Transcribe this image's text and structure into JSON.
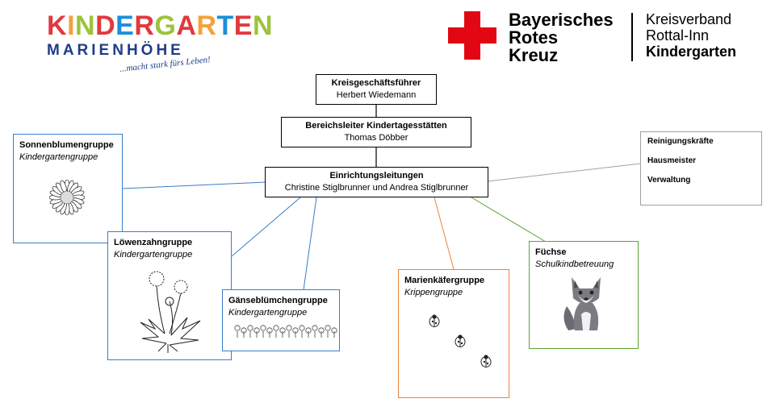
{
  "logo_kindergarten": {
    "letters": [
      {
        "ch": "K",
        "color": "#e03a3e"
      },
      {
        "ch": "I",
        "color": "#f2a23a"
      },
      {
        "ch": "N",
        "color": "#9cc33b"
      },
      {
        "ch": "D",
        "color": "#e03a3e"
      },
      {
        "ch": "E",
        "color": "#1d8fd8"
      },
      {
        "ch": "R",
        "color": "#e03a3e"
      },
      {
        "ch": "G",
        "color": "#9cc33b"
      },
      {
        "ch": "A",
        "color": "#e03a3e"
      },
      {
        "ch": "R",
        "color": "#f2a23a"
      },
      {
        "ch": "T",
        "color": "#1d8fd8"
      },
      {
        "ch": "E",
        "color": "#e03a3e"
      },
      {
        "ch": "N",
        "color": "#9cc33b"
      }
    ],
    "subtitle": "MARIENHÖHE",
    "slogan": "...macht stark fürs Leben!"
  },
  "logo_brk": {
    "name_lines": [
      "Bayerisches",
      "Rotes",
      "Kreuz"
    ],
    "right_lines": [
      "Kreisverband",
      "Rottal-Inn",
      "Kindergarten"
    ],
    "cross_color": "#e30613"
  },
  "org": {
    "ceo": {
      "title": "Kreisgeschäftsführer",
      "name": "Herbert Wiedemann"
    },
    "area_lead": {
      "title": "Bereichsleiter Kindertagesstätten",
      "name": "Thomas Döbber"
    },
    "facility_lead": {
      "title": "Einrichtungsleitungen",
      "name": "Christine Stiglbrunner und Andrea Stiglbrunner"
    }
  },
  "staff": [
    "Reinigungskräfte",
    "Hausmeister",
    "Verwaltung"
  ],
  "groups": {
    "sonnenblumen": {
      "name": "Sonnenblumengruppe",
      "type": "Kindergartengruppe",
      "color": "#3a7dc9"
    },
    "loewenzahn": {
      "name": "Löwenzahngruppe",
      "type": "Kindergartengruppe",
      "color": "#3a7dc9"
    },
    "gaenseblumchen": {
      "name": "Gänseblümchengruppe",
      "type": "Kindergartengruppe",
      "color": "#3a7dc9"
    },
    "marienkaefer": {
      "name": "Marienkäfergruppe",
      "type": "Krippengruppe",
      "color": "#e9843b"
    },
    "fuechse": {
      "name": "Füchse",
      "type": "Schulkindbetreuung",
      "color": "#5aa532"
    }
  },
  "icons": [
    "sunflower-icon",
    "dandelion-icon",
    "daisy-row-icon",
    "ladybug-icon",
    "fox-icon",
    "red-cross-icon"
  ]
}
